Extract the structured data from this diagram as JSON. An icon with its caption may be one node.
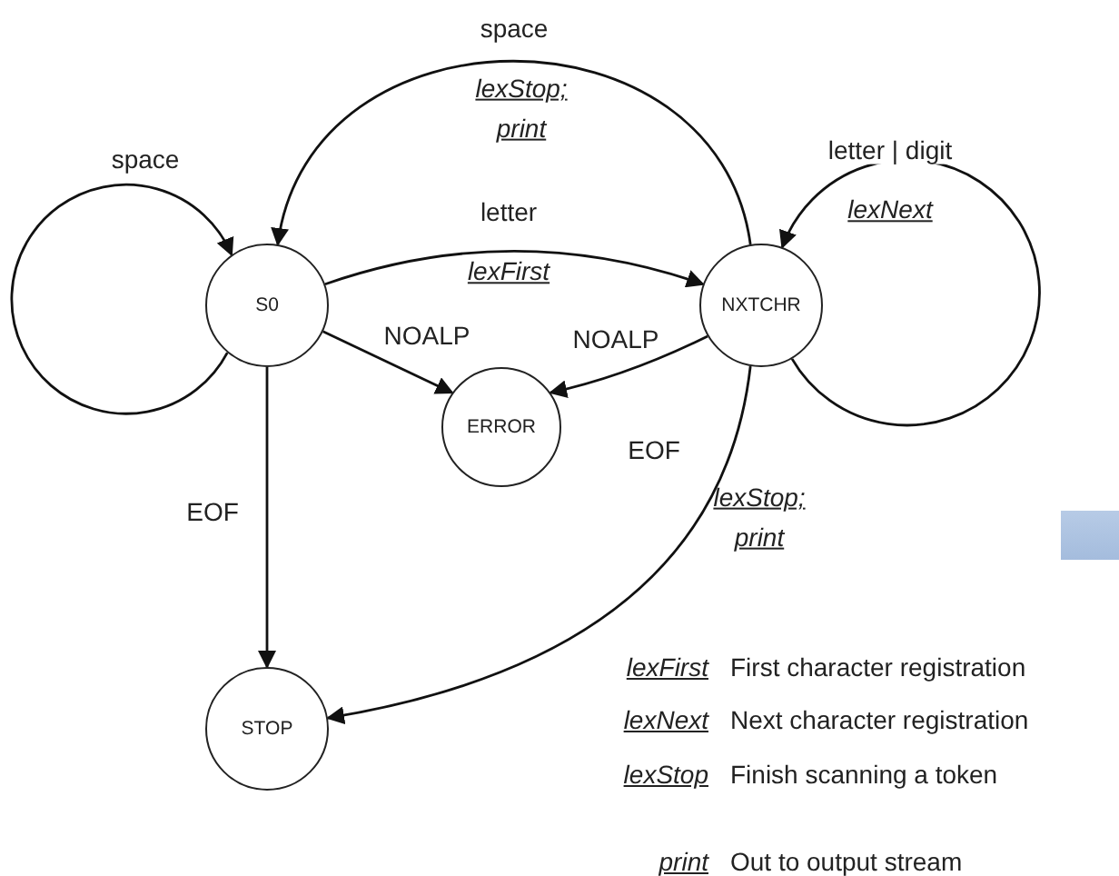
{
  "diagram": {
    "nodes": [
      {
        "text": [
          "S0"
        ]
      },
      {
        "text": [
          "NXTCHR"
        ]
      },
      {
        "text": [
          "ERROR"
        ]
      },
      {
        "text": [
          "STOP"
        ]
      }
    ],
    "edges": [
      {
        "from": 0,
        "to": 0,
        "arrow": "to",
        "label": "space"
      },
      {
        "from": 1,
        "to": 0,
        "arrow": "to",
        "label": "space"
      },
      {
        "from": 0,
        "to": 1,
        "arrow": "to",
        "label": "letter"
      },
      {
        "from": 1,
        "to": 1,
        "arrow": "to",
        "label": "letter | digit"
      },
      {
        "from": 0,
        "to": 2,
        "arrow": "to",
        "label": "NOALP"
      },
      {
        "from": 1,
        "to": 2,
        "arrow": "to",
        "label": "NOALP"
      },
      {
        "from": 0,
        "to": 3,
        "arrow": "to",
        "label": "EOF"
      },
      {
        "from": 1,
        "to": 3,
        "arrow": "to",
        "label": "EOF"
      }
    ],
    "labels": [
      "lexStop; print",
      "lexFirst",
      "lexNext",
      "lexStop; print",
      "lexFirst",
      "First character registration",
      "lexNext",
      "Next character registration",
      "lexStop",
      "Finish scanning a token",
      "print",
      "Out to output stream"
    ]
  }
}
